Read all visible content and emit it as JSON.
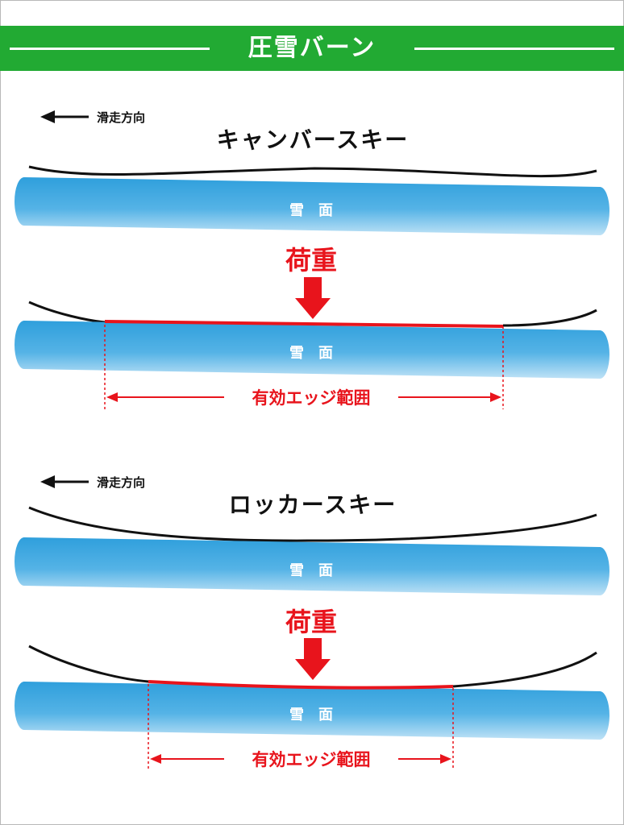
{
  "header": {
    "title": "圧雪バーン"
  },
  "sections": [
    {
      "direction_label": "滑走方向",
      "ski_title": "キャンバースキー",
      "snow_label_top": "雪　面",
      "load_label": "荷重",
      "snow_label_bottom": "雪　面",
      "edge_label": "有効エッジ範囲"
    },
    {
      "direction_label": "滑走方向",
      "ski_title": "ロッカースキー",
      "snow_label_top": "雪　面",
      "load_label": "荷重",
      "snow_label_bottom": "雪　面",
      "edge_label": "有効エッジ範囲"
    }
  ],
  "colors": {
    "banner": "#22aa33",
    "snow_top": "#2f9fdc",
    "snow_bottom": "#bfe2f6",
    "load": "#e8141c",
    "ski": "#111111"
  }
}
